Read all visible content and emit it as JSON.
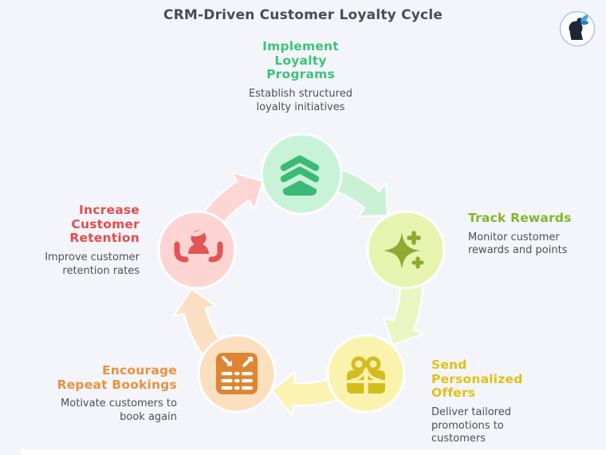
{
  "title": "CRM-Driven Customer Loyalty Cycle",
  "theme": {
    "background": "#f4f5fa",
    "title_color": "#4b4b54",
    "description_color": "#4f4f58",
    "node_outline": "#ffffff"
  },
  "nodes": [
    {
      "id": "implement-loyalty-programs",
      "title": "Implement\nLoyalty\nPrograms",
      "description": "Establish structured\nloyalty initiatives",
      "title_color": "#3bc47b",
      "circle_fill": "#c9f3d8",
      "icon": "levels-chevrons-icon",
      "icon_color": "#3bba76"
    },
    {
      "id": "track-rewards",
      "title": "Track Rewards",
      "description": "Monitor customer\nrewards and points",
      "title_color": "#82b62a",
      "circle_fill": "#e6f4b0",
      "icon": "sparkle-icon",
      "icon_color": "#8aac2f"
    },
    {
      "id": "send-personalized-offers",
      "title": "Send\nPersonalized\nOffers",
      "description": "Deliver tailored\npromotions to\ncustomers",
      "title_color": "#dfc115",
      "circle_fill": "#faf3ae",
      "icon": "gift-icon",
      "icon_color": "#d5bc1e"
    },
    {
      "id": "encourage-repeat-bookings",
      "title": "Encourage\nRepeat Bookings",
      "description": "Motivate customers to\nbook again",
      "title_color": "#e8923d",
      "circle_fill": "#fbdfbf",
      "icon": "booking-list-icon",
      "icon_color": "#dd8530"
    },
    {
      "id": "increase-customer-retention",
      "title": "Increase\nCustomer\nRetention",
      "description": "Improve customer\nretention rates",
      "title_color": "#e54c4c",
      "circle_fill": "#fcd5d3",
      "icon": "customer-care-icon",
      "icon_color": "#e15555"
    }
  ],
  "arrows": [
    {
      "from": "implement-loyalty-programs",
      "to": "track-rewards",
      "color": "#c9f2d5"
    },
    {
      "from": "track-rewards",
      "to": "send-personalized-offers",
      "color": "#e9f6c2"
    },
    {
      "from": "send-personalized-offers",
      "to": "encourage-repeat-bookings",
      "color": "#fbf3b2"
    },
    {
      "from": "encourage-repeat-bookings",
      "to": "increase-customer-retention",
      "color": "#fbdfc3"
    },
    {
      "from": "increase-customer-retention",
      "to": "implement-loyalty-programs",
      "color": "#fcd6d2"
    }
  ],
  "logo": {
    "name": "brand-logo",
    "silhouette_color": "#1b2735",
    "butterfly_color": "#46a4d8",
    "ring_color": "#aac9e4"
  }
}
